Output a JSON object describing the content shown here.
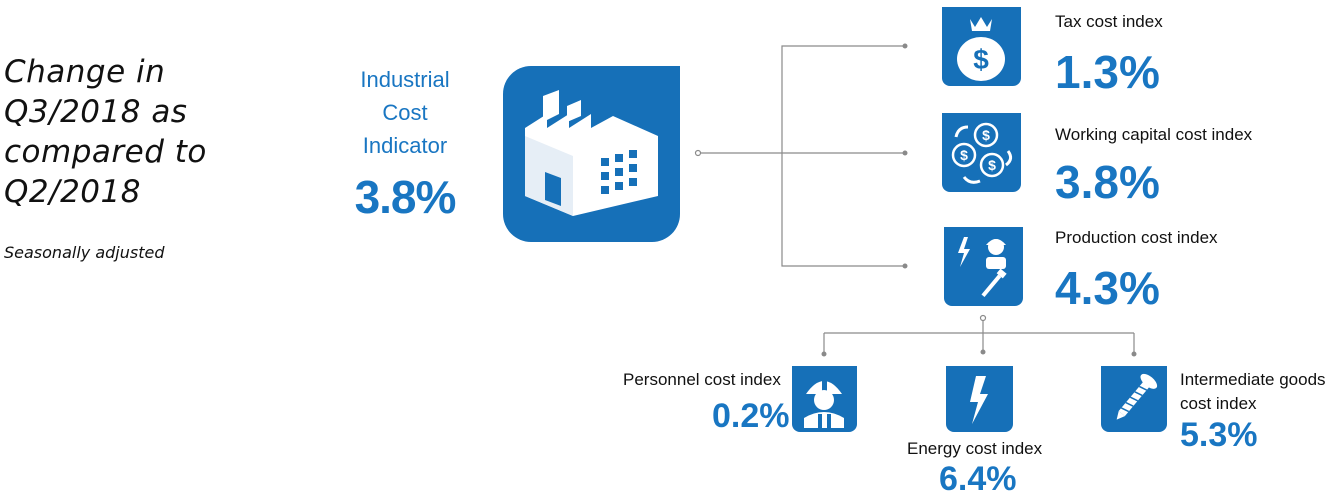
{
  "heading": {
    "line1": "Change in",
    "line2": "Q3/2018 as",
    "line3": "compared to",
    "line4": "Q2/2018",
    "subtitle": "Seasonally adjusted"
  },
  "main_indicator": {
    "label_line1": "Industrial",
    "label_line2": "Cost",
    "label_line3": "Indicator",
    "value": "3.8%",
    "icon": "factory-icon"
  },
  "indices": {
    "tax": {
      "label": "Tax cost index",
      "value": "1.3%",
      "icon": "money-bag-icon"
    },
    "working_capital": {
      "label": "Working capital cost index",
      "value": "3.8%",
      "icon": "money-cycle-icon"
    },
    "production": {
      "label": "Production cost index",
      "value": "4.3%",
      "icon": "production-icon"
    },
    "personnel": {
      "label": "Personnel cost index",
      "value": "0.2%",
      "icon": "worker-icon"
    },
    "energy": {
      "label": "Energy cost index",
      "value": "6.4%",
      "icon": "lightning-icon"
    },
    "intermediate": {
      "label_line1": "Intermediate goods",
      "label_line2": "cost index",
      "value": "5.3%",
      "icon": "screw-icon"
    }
  },
  "colors": {
    "accent": "#1670b8",
    "value_text": "#1976c2",
    "connector": "#888888"
  }
}
